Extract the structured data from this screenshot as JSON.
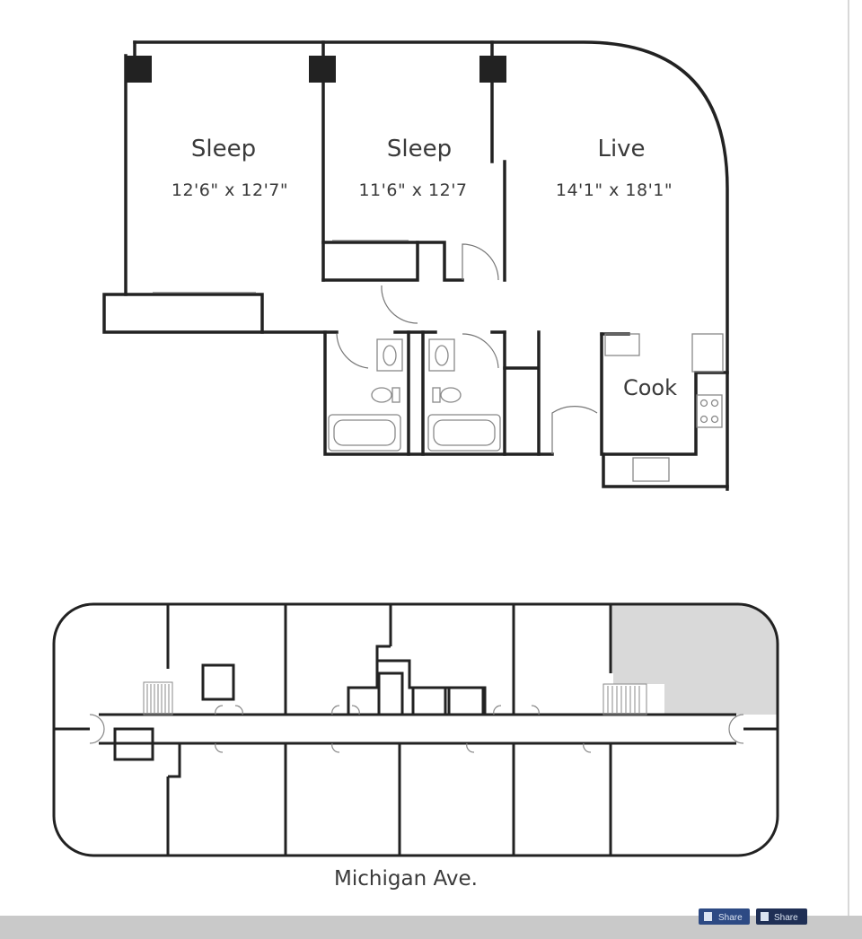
{
  "floorplan": {
    "rooms": [
      {
        "id": "sleep-1",
        "name": "Sleep",
        "dimensions": "12'6\" x 12'7\""
      },
      {
        "id": "sleep-2",
        "name": "Sleep",
        "dimensions": "11'6\" x 12'7"
      },
      {
        "id": "live",
        "name": "Live",
        "dimensions": "14'1\" x 18'1\""
      },
      {
        "id": "cook",
        "name": "Cook",
        "dimensions": ""
      }
    ]
  },
  "keyplan": {
    "street_label": "Michigan Ave.",
    "highlight_color": "#d9d9d9"
  },
  "footer": {
    "buttons": [
      {
        "label": "Share",
        "icon": "facebook-icon"
      },
      {
        "label": "Share",
        "icon": "share-icon"
      }
    ]
  },
  "colors": {
    "wall": "#222222",
    "fixture": "#888888",
    "button_bg": "#2d4a84",
    "bottom_bar": "#c9c9c9"
  }
}
